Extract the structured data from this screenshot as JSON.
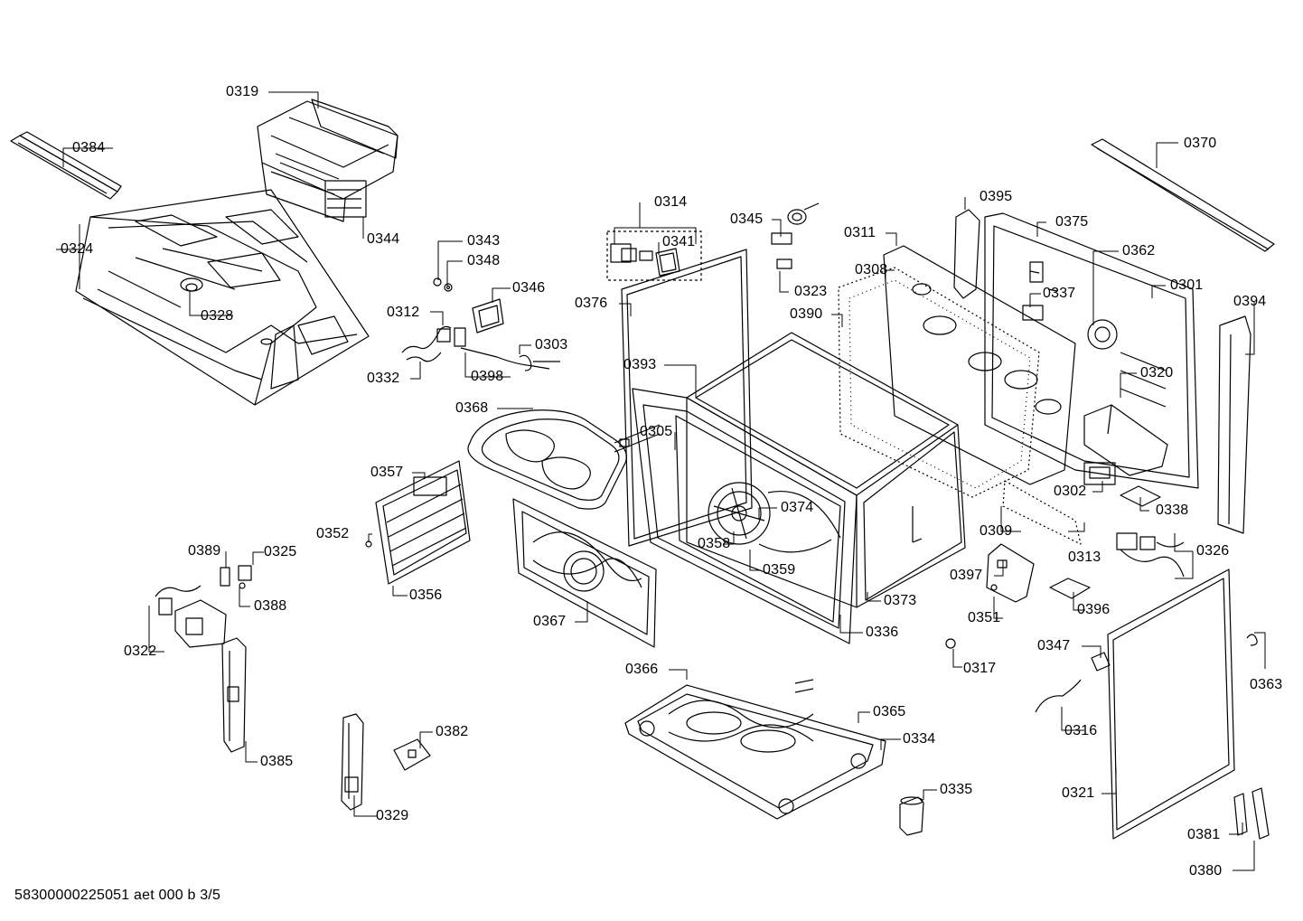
{
  "document_id": "58300000225051 aet 000 b 3/5",
  "part_labels": [
    "0319",
    "0384",
    "0324",
    "0344",
    "0328",
    "0343",
    "0348",
    "0346",
    "0312",
    "0303",
    "0332",
    "0398",
    "0314",
    "0341",
    "0376",
    "0345",
    "0323",
    "0390",
    "0311",
    "0308",
    "0395",
    "0375",
    "0362",
    "0337",
    "0301",
    "0394",
    "0370",
    "0320",
    "0393",
    "0368",
    "0305",
    "0357",
    "0352",
    "0356",
    "0367",
    "0374",
    "0358",
    "0359",
    "0336",
    "0373",
    "0309",
    "0302",
    "0338",
    "0313",
    "0397",
    "0351",
    "0396",
    "0326",
    "0389",
    "0325",
    "0388",
    "0322",
    "0385",
    "0382",
    "0329",
    "0366",
    "0365",
    "0334",
    "0335",
    "0317",
    "0347",
    "0316",
    "0321",
    "0363",
    "0381",
    "0380"
  ]
}
